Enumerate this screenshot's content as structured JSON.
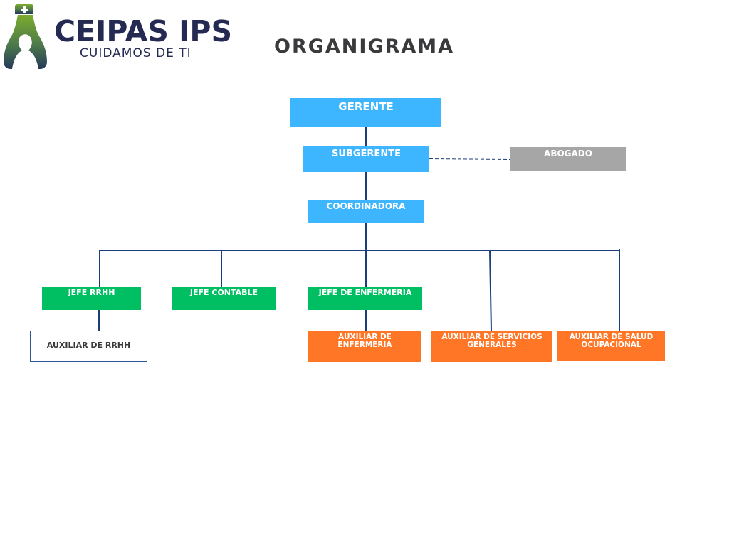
{
  "header": {
    "logo_title": "CEIPAS IPS",
    "logo_subtitle": "CUIDAMOS DE TI",
    "page_title": "ORGANIGRAMA"
  },
  "colors": {
    "management_blue": "#3db5ff",
    "advisor_gray": "#a6a6a6",
    "head_green": "#00bf63",
    "auxiliary_orange": "#ff7726",
    "connector_navy": "#1a3f7a",
    "logo_navy": "#252a52",
    "logo_green": "#7cab2e"
  },
  "org_chart": {
    "nodes": [
      {
        "id": "gerente",
        "label": "GERENTE",
        "level": 0,
        "type": "management"
      },
      {
        "id": "subgerente",
        "label": "SUBGERENTE",
        "level": 1,
        "type": "management",
        "reports_to": "gerente"
      },
      {
        "id": "abogado",
        "label": "ABOGADO",
        "level": 1,
        "type": "advisor",
        "reports_to": "subgerente",
        "link": "dashed"
      },
      {
        "id": "coordinadora",
        "label": "COORDINADORA",
        "level": 2,
        "type": "management",
        "reports_to": "subgerente"
      },
      {
        "id": "jefe_rrhh",
        "label": "JEFE RRHH",
        "level": 3,
        "type": "head",
        "reports_to": "coordinadora"
      },
      {
        "id": "jefe_contable",
        "label": "JEFE CONTABLE",
        "level": 3,
        "type": "head",
        "reports_to": "coordinadora"
      },
      {
        "id": "jefe_enfermeria",
        "label": "JEFE DE ENFERMERIA",
        "level": 3,
        "type": "head",
        "reports_to": "coordinadora"
      },
      {
        "id": "aux_rrhh",
        "label": "AUXILIAR DE RRHH",
        "level": 4,
        "type": "outlined",
        "reports_to": "jefe_rrhh"
      },
      {
        "id": "aux_enfermeria",
        "label_lines": [
          "AUXILIAR DE",
          "ENFERMERIA"
        ],
        "level": 4,
        "type": "auxiliary",
        "reports_to": "jefe_enfermeria"
      },
      {
        "id": "aux_servicios",
        "label_lines": [
          "AUXILIAR DE SERVICIOS",
          "GENERALES"
        ],
        "level": 4,
        "type": "auxiliary",
        "reports_to": "coordinadora"
      },
      {
        "id": "aux_salud",
        "label_lines": [
          "AUXILIAR DE SALUD",
          "OCUPACIONAL"
        ],
        "level": 4,
        "type": "auxiliary",
        "reports_to": "coordinadora"
      }
    ]
  }
}
